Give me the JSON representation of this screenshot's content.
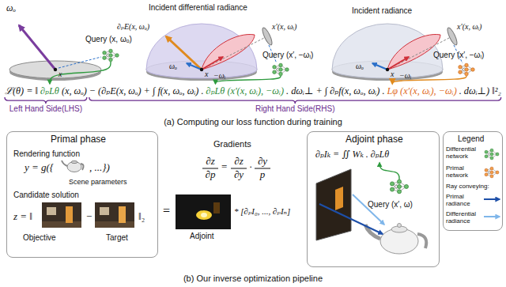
{
  "diagram": {
    "nodes": [
      {
        "text": [
          "Primal phase",
          "Rendering function",
          "y = g({",
          ", ...})",
          "Scene parameters",
          "Candidate solution",
          "z = ‖",
          "−",
          "‖₂",
          "Objective",
          "Target"
        ]
      },
      {
        "text": [
          "Adjoint phase",
          "∂ₚIₖ = ∬ Wₖ . ∂ₚLθ",
          "Query (x′, ω)"
        ]
      },
      {
        "text": [
          "Legend",
          "Ray conveying:"
        ]
      }
    ],
    "labels": [
      "ωₒ",
      "x",
      "Query (x, ωₒ)",
      "Incident differential radiance",
      "∂ₚE(x, ωₒ)",
      "x′(x, ωᵢ)",
      "ωₒ",
      "−ωᵢ",
      "x",
      "Query (x′, −ωᵢ)",
      "Incident radiance",
      "x′(x, ωᵢ)",
      "ωₒ",
      "−ωᵢ",
      "x",
      "Query (x′, −ωᵢ)",
      "ℒ(θ) = ‖",
      "∂ₚLθ",
      "(x, ωₒ)",
      "−",
      "(∂ₚE(x, ωₒ) + ∫ f(x, ωₒ, ωᵢ) .",
      "∂ₚLθ",
      "(x′(x, ωᵢ), −ωᵢ)",
      ". dωᵢ⊥ + ∫ ∂ₚf(x, ωₒ, ωᵢ) .",
      "Lφ",
      "(x′(x, ωᵢ), −ωᵢ)",
      ". dωᵢ⊥) ‖²₂",
      "Left Hand Side(LHS)",
      "Right Hand Side(RHS)",
      "(a) Computing our loss function during training",
      "Gradients",
      "∂z",
      "∂p",
      "=",
      "∂z",
      "∂y",
      "·",
      "∂y",
      "p",
      "=",
      "Adjoint",
      "* [∂ₚI₀, ..., ∂ₚIₙ]",
      "(b) Our inverse optimization pipeline"
    ],
    "legend": [
      {
        "text": "Differential network"
      },
      {
        "text": "Primal network"
      },
      {
        "text": "Primal radiance"
      },
      {
        "text": "Differential radiance"
      }
    ]
  }
}
